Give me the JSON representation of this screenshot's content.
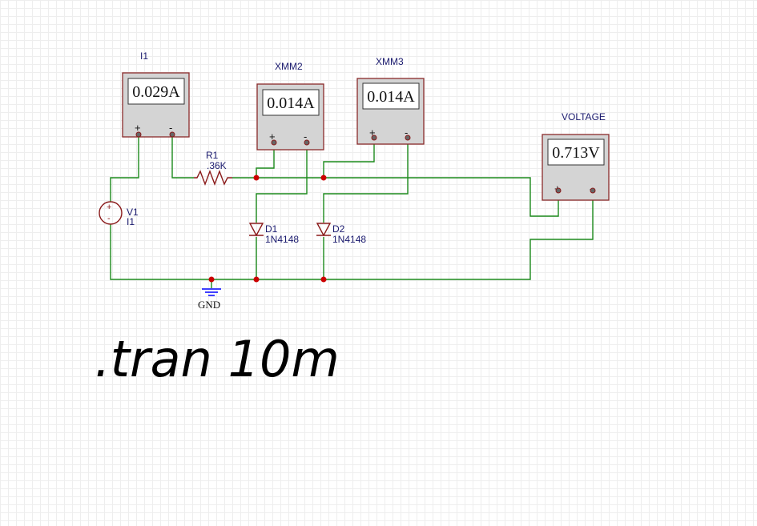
{
  "meters": {
    "i1": {
      "name": "I1",
      "value": "0.029A",
      "plus": "+",
      "minus": "-"
    },
    "xmm2": {
      "name": "XMM2",
      "value": "0.014A",
      "plus": "+",
      "minus": "-"
    },
    "xmm3": {
      "name": "XMM3",
      "value": "0.014A",
      "plus": "+",
      "minus": "-"
    },
    "voltage": {
      "name": "VOLTAGE",
      "value": "0.713V",
      "plus": "+",
      "minus": "-"
    }
  },
  "components": {
    "r1": {
      "name": "R1",
      "value": ".36K"
    },
    "v1": {
      "name": "V1",
      "value": "I1"
    },
    "d1": {
      "name": "D1",
      "model": "1N4148"
    },
    "d2": {
      "name": "D2",
      "model": "1N4148"
    },
    "gnd": {
      "label": "GND"
    }
  },
  "directive": ".tran 10m",
  "colors": {
    "wire": "#1c8a1c",
    "component": "#8a1a1a",
    "node": "#cc0000",
    "label": "#1a1a6e"
  }
}
